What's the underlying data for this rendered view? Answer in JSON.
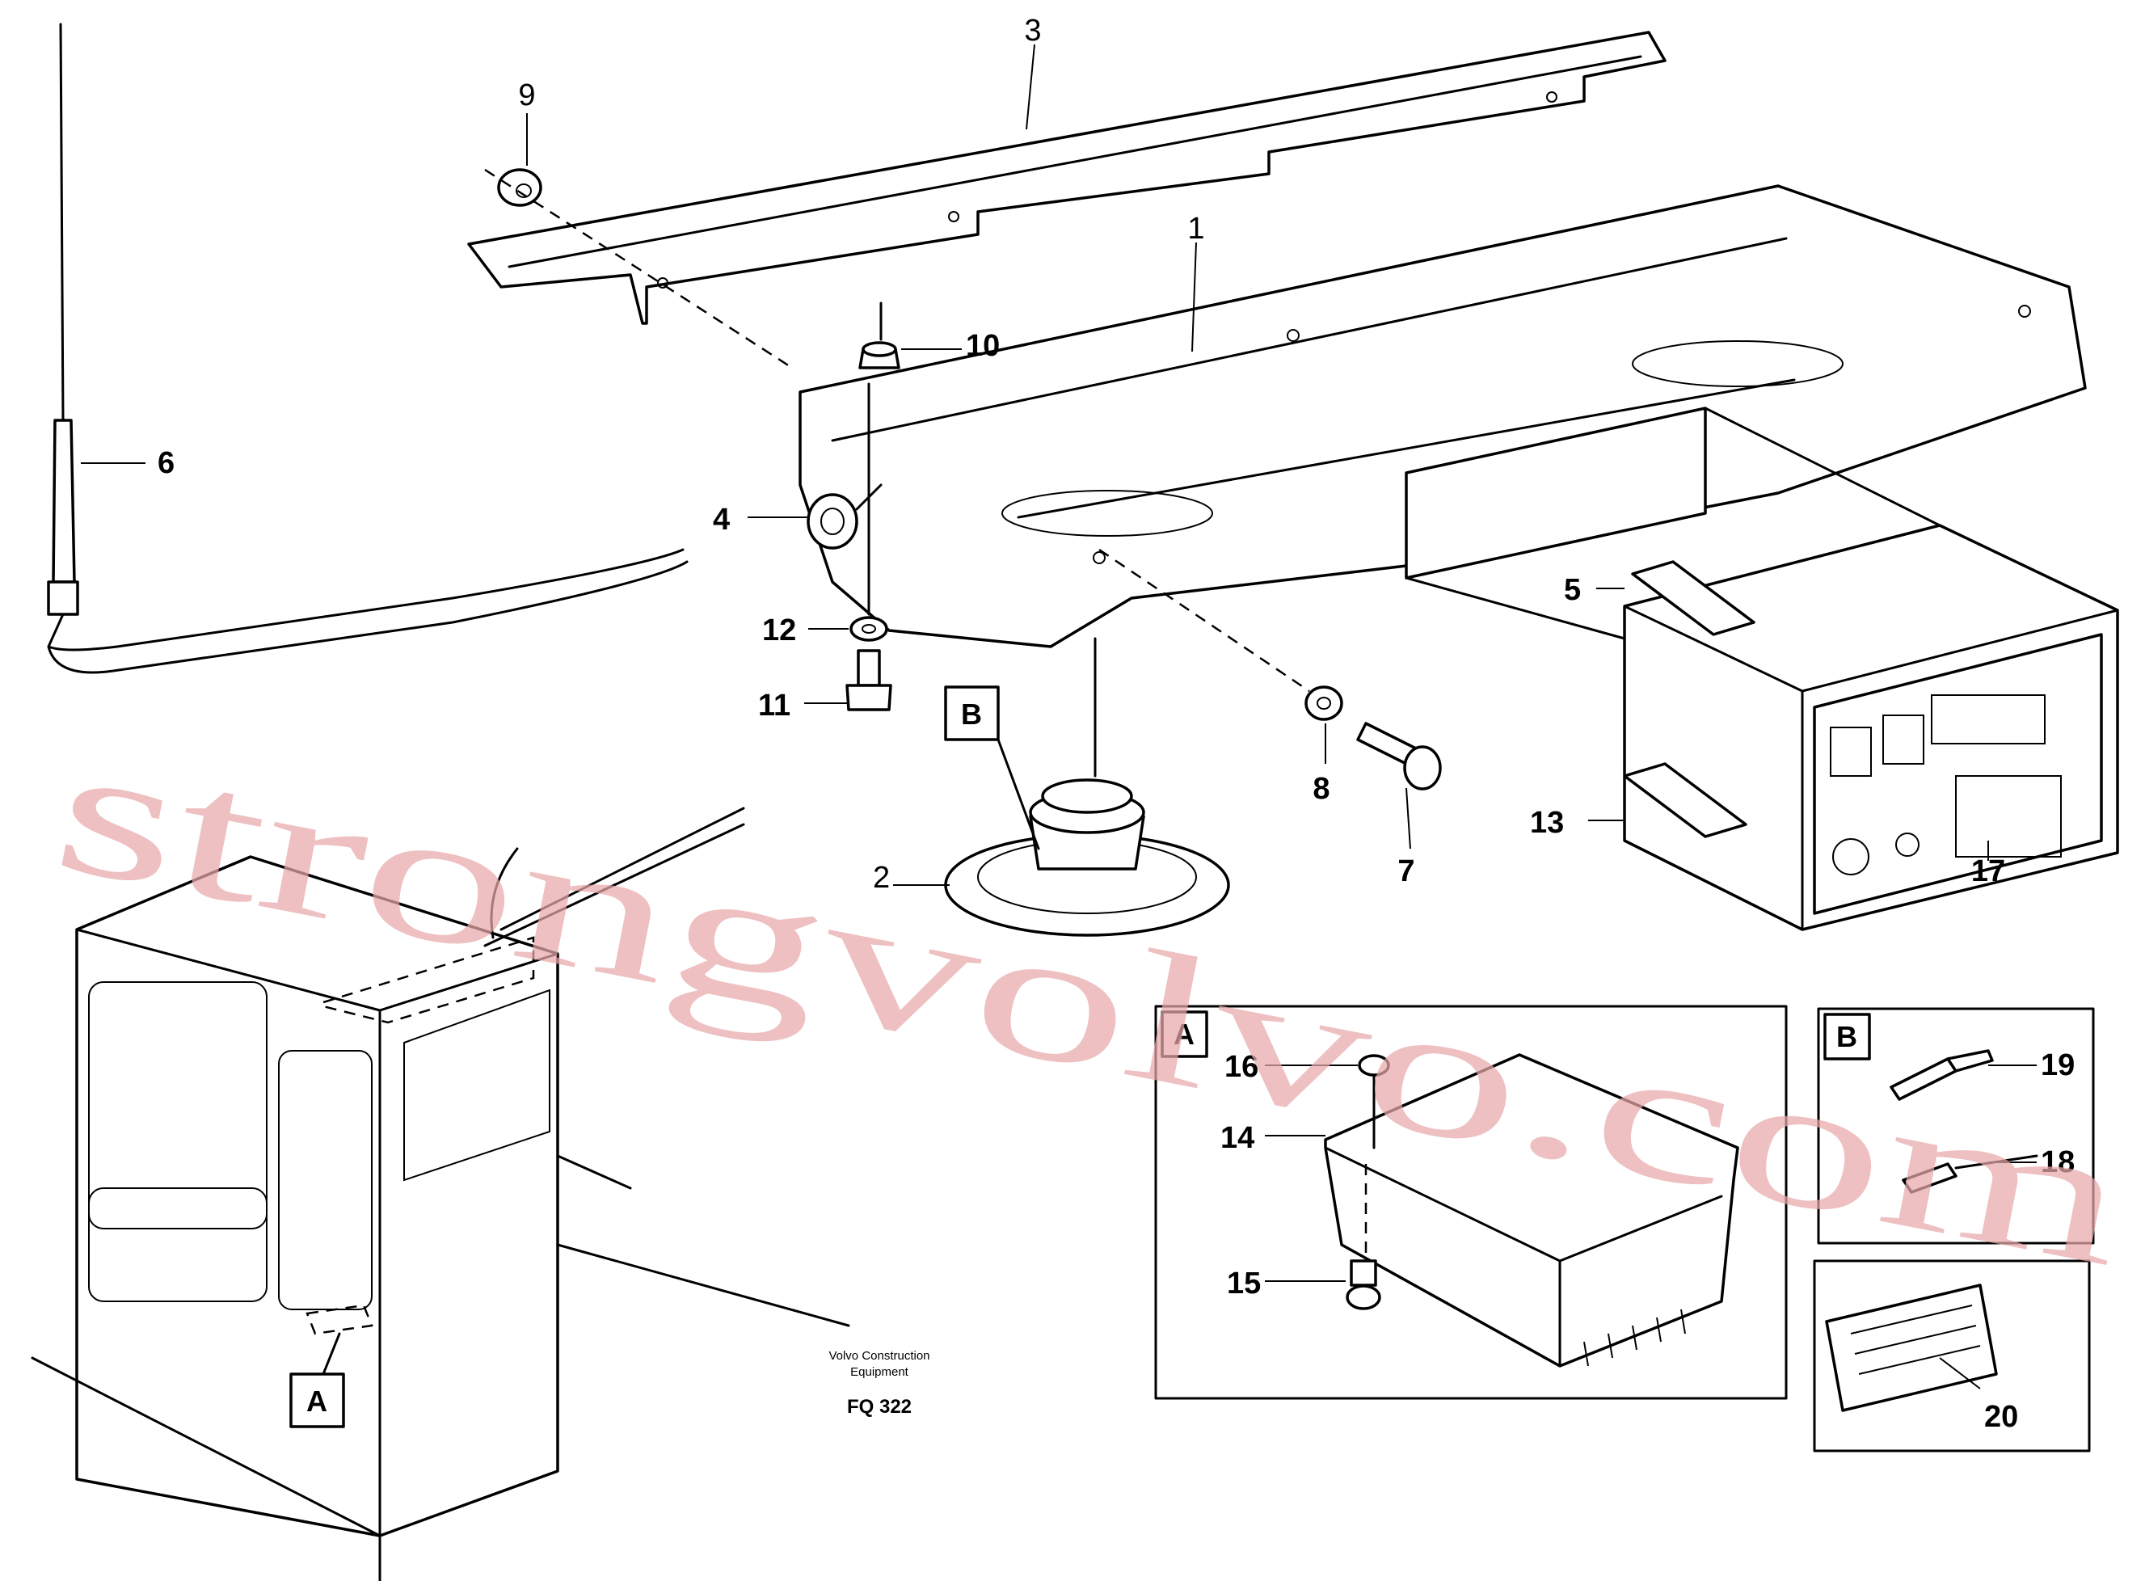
{
  "callouts": {
    "c1": "1",
    "c2": "2",
    "c3": "3",
    "c4": "4",
    "c5": "5",
    "c6": "6",
    "c7": "7",
    "c8": "8",
    "c9": "9",
    "c10": "10",
    "c11": "11",
    "c12": "12",
    "c13": "13",
    "c14": "14",
    "c15": "15",
    "c16": "16",
    "c17": "17",
    "c18": "18",
    "c19": "19",
    "c20": "20"
  },
  "detail_labels": {
    "a": "A",
    "b": "B"
  },
  "credit": {
    "line1": "Volvo Construction",
    "line2": "Equipment"
  },
  "figure_code": "FQ 322",
  "watermark": "strongvolvo.com",
  "colors": {
    "ink": "#000000",
    "watermark": "#e8a8aa",
    "paper": "#ffffff"
  }
}
